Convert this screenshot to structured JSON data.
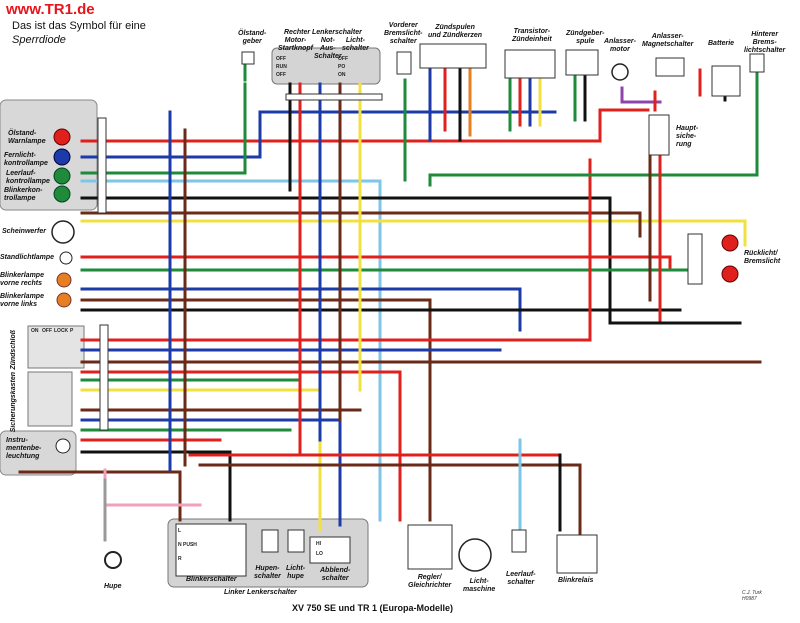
{
  "brand": "www.TR1.de",
  "note_line1": "Das ist das Symbol für eine",
  "note_line2": "Sperrdiode",
  "title": "XV 750 SE und TR 1 (Europa-Modelle)",
  "credit": "C.J. Turk\nH0987",
  "colors": {
    "red": "#e0201c",
    "blue": "#1c3aa8",
    "green": "#1e8a3a",
    "yellow": "#f0e040",
    "brown": "#6b2a17",
    "black": "#111111",
    "lightblue": "#7cc6e8",
    "orange": "#e67e22",
    "purple": "#8e44ad",
    "pink": "#f0a0b8",
    "white": "#ffffff",
    "gray": "#999999"
  },
  "labels": {
    "oelstandgeber": "Ölstand-\ngeber",
    "rechter_lenkerschalter": "Rechter Lenkerschalter",
    "motor_startknopf": "Motor-\nStartknopf",
    "not_aus": "Not-\nAus-\nSchalter",
    "lichtschalter": "Licht-\nschalter",
    "vorderer_bremslicht": "Vorderer\nBremslicht-\nschalter",
    "zuendspulen": "Zündspulen\nund Zündkerzen",
    "transistor": "Transistor-\nZündeinheit",
    "zuendgeberspule": "Zündgeber-\nspule",
    "anlassermotor": "Anlasser-\nmotor",
    "anlasser_magnet": "Anlasser-\nMagnetschalter",
    "batterie": "Batterie",
    "hinterer_bremslicht": "Hinterer\nBrems-\nlichtschalter",
    "hauptsicherung": "Haupt-\nsiche-\nrung",
    "oelstand_warnlampe": "Ölstand-\nWarnlampe",
    "fernlicht": "Fernlicht-\nkontrollampe",
    "leerlauf_lampe": "Leerlauf-\nkontrollampe",
    "blinker_lampe": "Blinkerkon-\ntrollampe",
    "scheinwerfer": "Scheinwerfer",
    "standlicht": "Standlichtlampe",
    "blinker_rechts": "Blinkerlampe\nvorne rechts",
    "blinker_links": "Blinkerlampe\nvorne links",
    "zuendschloss": "Zündschloß",
    "sicherungskasten": "Sicherungskasten",
    "instrumenten": "Instru-\nmentenbe-\nleuchtung",
    "ruecklicht": "Rücklicht/\nBremslicht",
    "hupe": "Hupe",
    "linker_lenkerschalter": "Linker Lenkerschalter",
    "blinkerschalter": "Blinkerschalter",
    "hupenschalter": "Hupen-\nschalter",
    "lichthupe": "Licht-\nhupe",
    "abblendschalter": "Abblend-\nschalter",
    "regler": "Regler/\nGleichrichter",
    "lichtmaschine": "Licht-\nmaschine",
    "leerlaufschalter": "Leerlauf-\nschalter",
    "blinkrelais": "Blinkrelais"
  },
  "switch_text": {
    "off": "OFF",
    "run": "RUN",
    "on": "ON",
    "po": "PO",
    "lock": "LOCK",
    "p": "P",
    "l": "L",
    "n_push": "N PUSH",
    "r": "R",
    "hi": "HI",
    "lo": "LO"
  }
}
